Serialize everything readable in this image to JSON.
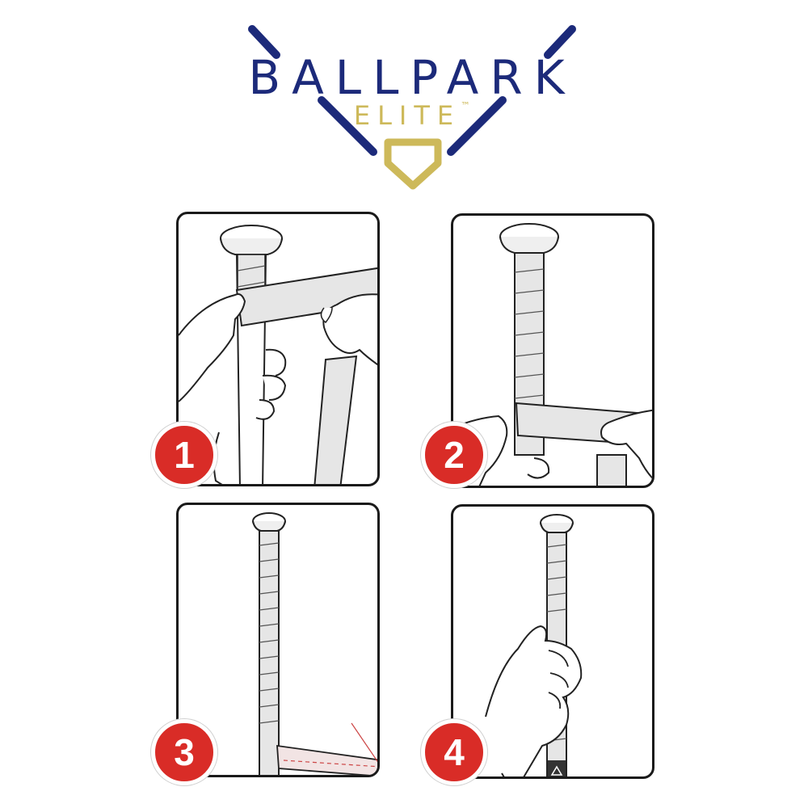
{
  "logo": {
    "word": "BALLPARK",
    "sub": "ELITE",
    "tm": "™",
    "colors": {
      "navy": "#1c2a7a",
      "gold": "#cdb95a"
    }
  },
  "steps": [
    {
      "number": "1"
    },
    {
      "number": "2"
    },
    {
      "number": "3"
    },
    {
      "number": "4"
    }
  ],
  "colors": {
    "badge": "#d92c27",
    "tape": "#e6e6e6",
    "outline": "#1a1a1a"
  }
}
